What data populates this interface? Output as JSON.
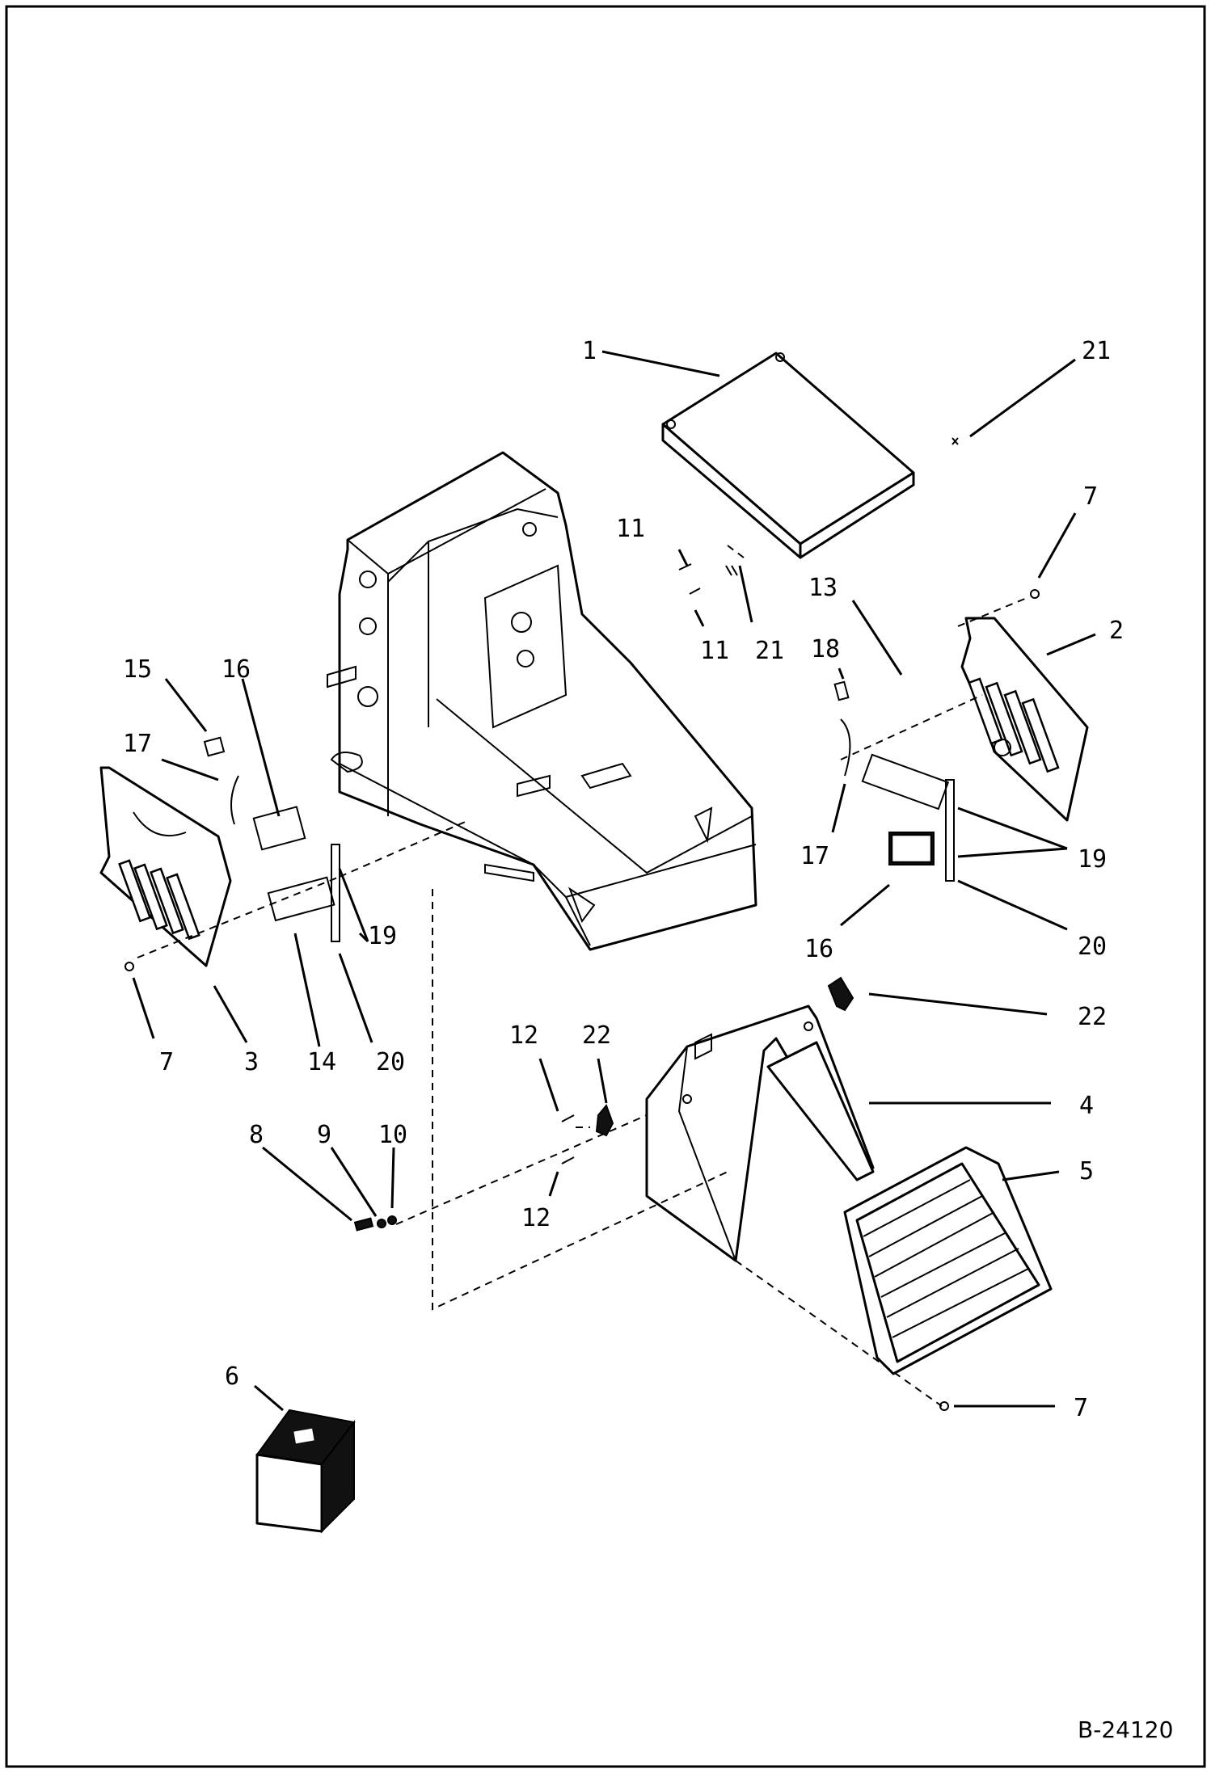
{
  "drawing_number": "B-24120",
  "callouts": [
    "1",
    "2",
    "3",
    "4",
    "5",
    "6",
    "7",
    "8",
    "9",
    "10",
    "11",
    "12",
    "13",
    "14",
    "15",
    "16",
    "17",
    "18",
    "19",
    "20",
    "21",
    "22"
  ]
}
